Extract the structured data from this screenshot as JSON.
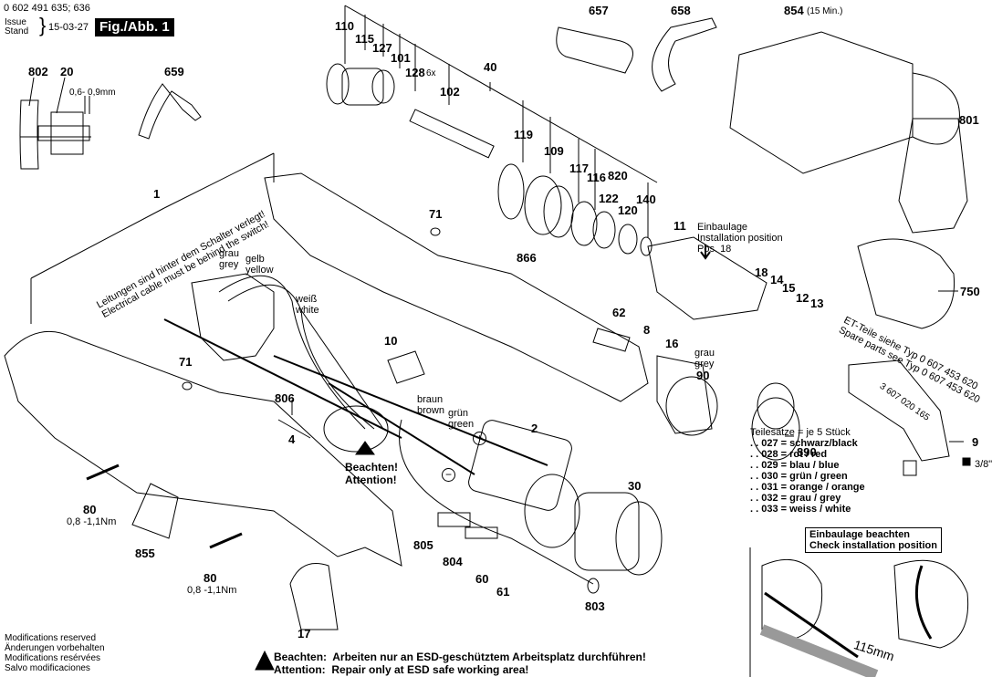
{
  "header": {
    "part_numbers": "0 602 491 635; 636",
    "issue_label_1": "Issue",
    "issue_label_2": "Stand",
    "issue_date": "15-03-27",
    "figure_label": "Fig./Abb. 1"
  },
  "part_labels": {
    "p802": "802",
    "p20": "20",
    "p659": "659",
    "p110": "110",
    "p115": "115",
    "p127": "127",
    "p101": "101",
    "p128": "128",
    "p128_qty": "6x",
    "p102": "102",
    "p40": "40",
    "p119": "119",
    "p109": "109",
    "p117": "117",
    "p116": "116",
    "p820": "820",
    "p122": "122",
    "p120": "120",
    "p140": "140",
    "p657": "657",
    "p658": "658",
    "p854": "854",
    "p854_note": "(15 Min.)",
    "p801": "801",
    "p750": "750",
    "p1": "1",
    "p71a": "71",
    "p71b": "71",
    "p866": "866",
    "p11": "11",
    "p18": "18",
    "p14": "14",
    "p15": "15",
    "p12": "12",
    "p13": "13",
    "p10": "10",
    "p62": "62",
    "p8": "8",
    "p16": "16",
    "p90": "90",
    "p806": "806",
    "p4": "4",
    "p2": "2",
    "p30": "30",
    "p890": "890",
    "p9": "9",
    "p80a": "80",
    "p80b": "80",
    "p855": "855",
    "p805": "805",
    "p804": "804",
    "p60": "60",
    "p61": "61",
    "p803": "803",
    "p17": "17"
  },
  "annotations": {
    "gap_spec": "0,6- 0,9mm",
    "torque_a": "0,8 -1,1Nm",
    "torque_b": "0,8 -1,1Nm",
    "cable_note_de": "Leitungen sind hinter dem Schalter verlegt!",
    "cable_note_en": "Electrical cable must be behind the switch!",
    "wire_grey_de": "grau",
    "wire_grey_en": "grey",
    "wire_yellow_de": "gelb",
    "wire_yellow_en": "yellow",
    "wire_white_de": "weiß",
    "wire_white_en": "white",
    "wire_brown_de": "braun",
    "wire_brown_en": "brown",
    "wire_green_de": "grün",
    "wire_green_en": "green",
    "ring_grey_de": "grau",
    "ring_grey_en": "grey",
    "attention_de": "Beachten!",
    "attention_en": "Attention!",
    "install_pos_1": "Einbaulage",
    "install_pos_2": "Installation position",
    "install_pos_3": "Pos. 18",
    "spare_de": "ET-Teile siehe   Typ  0 607 453 620",
    "spare_en": "Spare parts see Typ  0 607 453 620",
    "head_code": "3 607 020 165",
    "drive_size": "3/8\"",
    "plus": "+",
    "minus": "−",
    "length": "115mm"
  },
  "part_sets": {
    "title": "Teilesätze = je 5 Stück",
    "items": [
      ". . 027 = schwarz/black",
      ". . 028 = rot / red",
      ". . 029 = blau / blue",
      ". . 030 = grün / green",
      ". . 031 = orange / orange",
      ". . 032 = grau / grey",
      ". . 033 = weiss / white"
    ]
  },
  "check_box": {
    "line1": "Einbaulage beachten",
    "line2": "Check installation position"
  },
  "footer": {
    "modifications": [
      "Modifications reserved",
      "Änderungen vorbehalten",
      "Modifications resérvées",
      "Salvo modificaciones"
    ],
    "esd_de_label": "Beachten:",
    "esd_de_text": "Arbeiten nur an ESD-geschütztem Arbeitsplatz durchführen!",
    "esd_en_label": "Attention:",
    "esd_en_text": "Repair only at ESD safe working area!"
  }
}
